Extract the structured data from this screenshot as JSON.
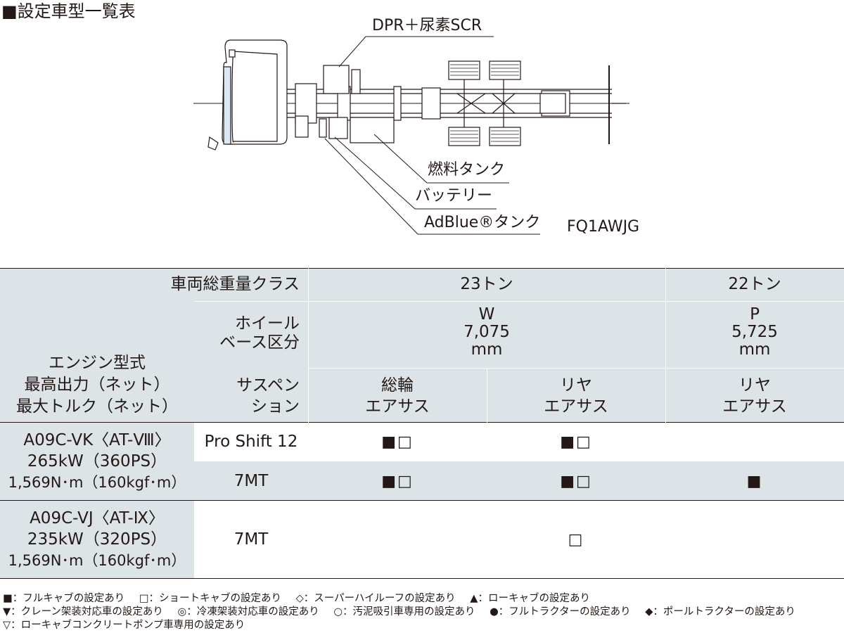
{
  "title": "■設定車型一覧表",
  "diagram": {
    "label_dpr": "DPR＋尿素SCR",
    "label_fuel": "燃料タンク",
    "label_battery": "バッテリー",
    "label_adblue": "AdBlue®タンク",
    "model_code": "FQ1AWJG"
  },
  "table": {
    "header": {
      "weight_class_label": "車両総重量クラス",
      "class_23": "23トン",
      "class_22": "22トン",
      "wheelbase_label_1": "ホイール",
      "wheelbase_label_2": "ベース区分",
      "wb_w_code": "W",
      "wb_w_len": "7,075",
      "wb_w_unit": "mm",
      "wb_p_code": "P",
      "wb_p_len": "5,725",
      "wb_p_unit": "mm",
      "engine_label_1": "エンジン型式",
      "engine_label_2": "最高出力（ネット）",
      "engine_label_3": "最大トルク（ネット）",
      "suspension_label_1": "サスペン",
      "suspension_label_2": "ション",
      "susp_1_line1": "総輪",
      "susp_1_line2": "エアサス",
      "susp_2_line1": "リヤ",
      "susp_2_line2": "エアサス",
      "susp_3_line1": "リヤ",
      "susp_3_line2": "エアサス"
    },
    "engines": [
      {
        "model": "A09C-VK〈AT-Ⅷ〉",
        "power": "265kW（360PS）",
        "torque": "1,569N･m（160kgf･m）",
        "rows": [
          {
            "transmission": "Pro Shift 12",
            "c1": "■□",
            "c2": "■□",
            "c3": ""
          },
          {
            "transmission": "7MT",
            "c1": "■□",
            "c2": "■□",
            "c3": "■"
          }
        ]
      },
      {
        "model": "A09C-VJ〈AT-Ⅸ〉",
        "power": "235kW（320PS）",
        "torque": "1,569N･m（160kgf･m）",
        "rows": [
          {
            "transmission": "7MT",
            "c1": "",
            "c2": "□",
            "c3": ""
          }
        ]
      }
    ]
  },
  "legend": {
    "line1": [
      "■：フルキャブの設定あり",
      "□：ショートキャブの設定あり",
      "◇：スーパーハイルーフの設定あり",
      "▲：ローキャブの設定あり"
    ],
    "line2": [
      "▼：クレーン架装対応車の設定あり",
      "◎：冷凍架装対応車の設定あり",
      "○：汚泥吸引車専用の設定あり",
      "●：フルトラクターの設定あり",
      "◆：ポールトラクターの設定あり"
    ],
    "line3": [
      "▽：ローキャブコンクリートポンプ車専用の設定あり"
    ]
  }
}
